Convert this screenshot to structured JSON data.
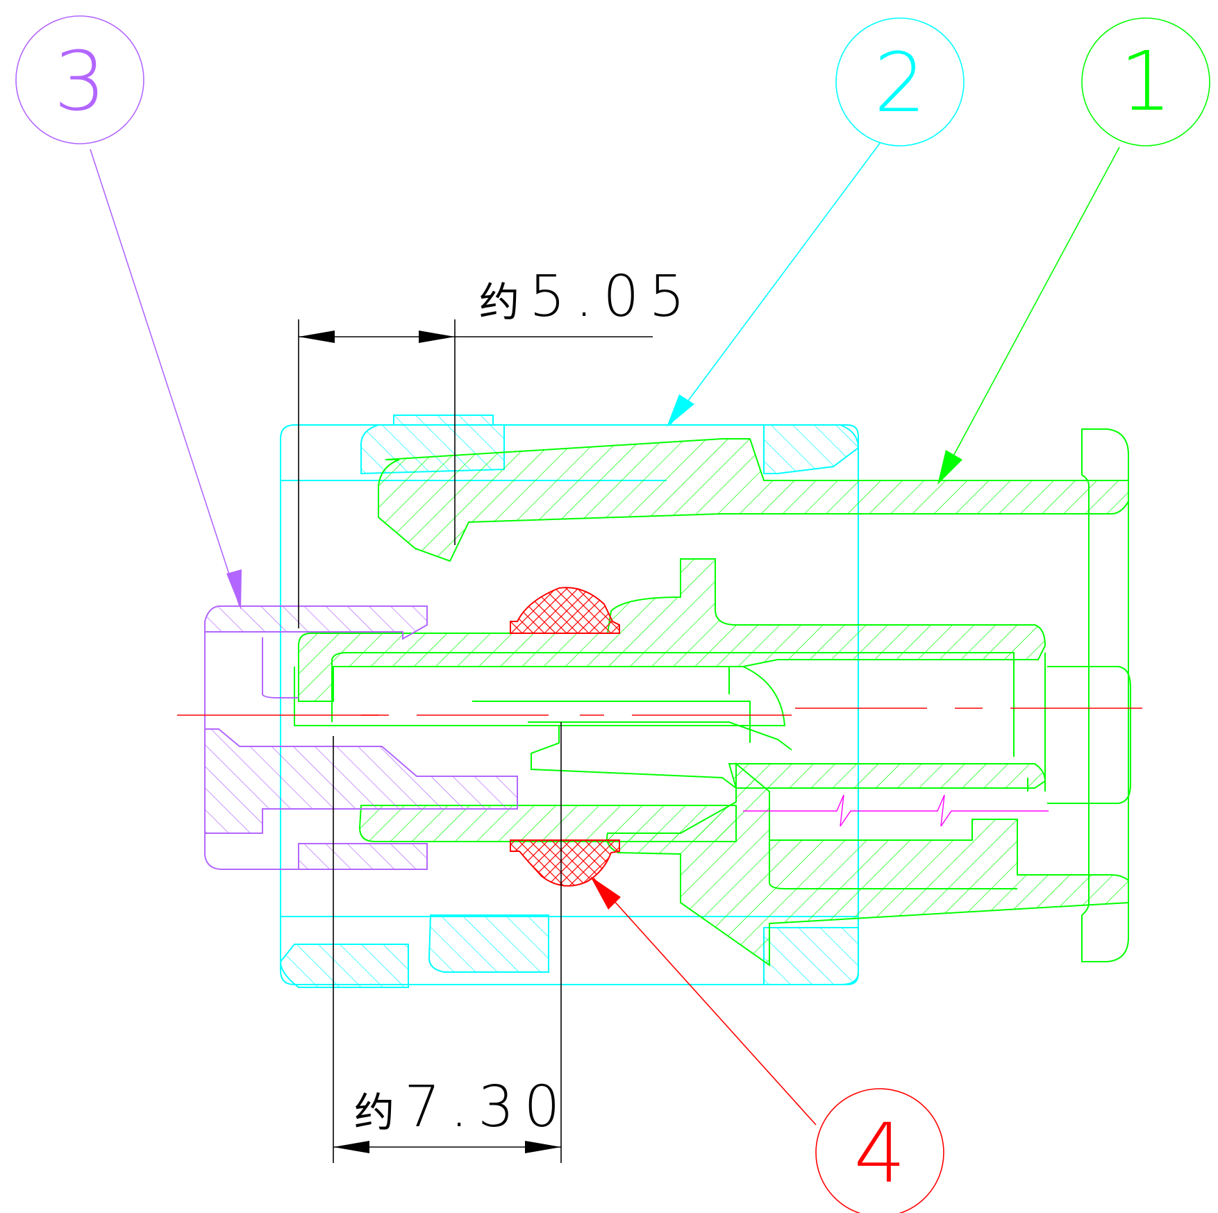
{
  "balloons": [
    {
      "id": "1",
      "label": "1",
      "color": "#00ff00"
    },
    {
      "id": "2",
      "label": "2",
      "color": "#00ffff"
    },
    {
      "id": "3",
      "label": "3",
      "color": "#b266ff"
    },
    {
      "id": "4",
      "label": "4",
      "color": "#ff0000"
    }
  ],
  "dimensions": [
    {
      "id": "top",
      "prefix": "约",
      "value": "5.05"
    },
    {
      "id": "bottom",
      "prefix": "约",
      "value": "7.30"
    }
  ],
  "colors": {
    "part1": "#00ff00",
    "part2": "#00ffff",
    "part3": "#b266ff",
    "part4": "#ff0000",
    "centerline": "#ff0000",
    "dimension": "#000000",
    "break_line": "#ff00ff"
  }
}
